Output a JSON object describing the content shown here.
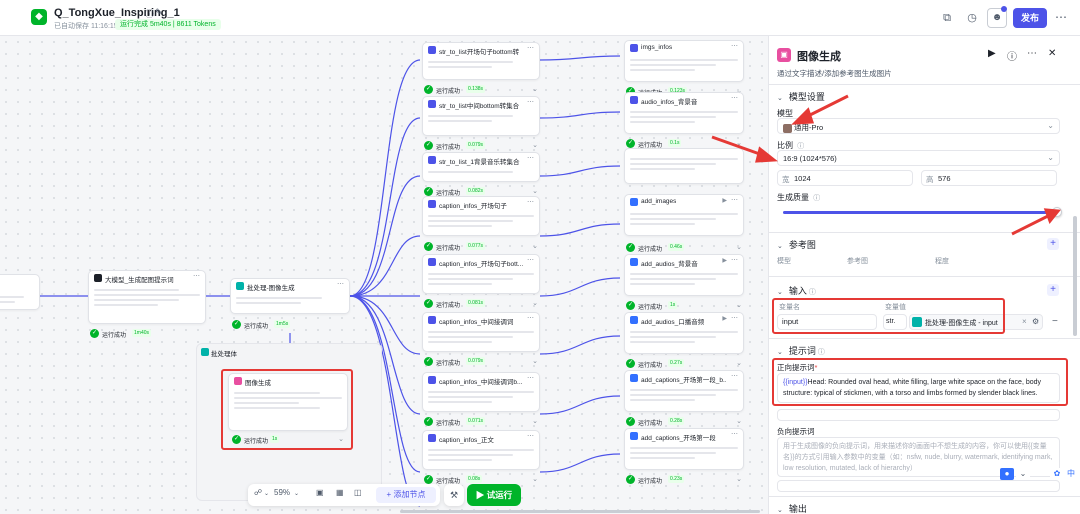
{
  "header": {
    "app_title": "Q_TongXue_Inspiring_1",
    "autosave": "已自动保存 11:16:15",
    "run_status": "运行完成 5m40s | 8611 Tokens",
    "publish_label": "发布"
  },
  "canvas": {
    "nodes": [
      {
        "title": "大模型_生成配图提示词",
        "status": "运行成功",
        "time": "1m40s"
      },
      {
        "title": "批处理-图像生成",
        "status": "运行成功",
        "time": "1m5s"
      },
      {
        "title": "图像生成",
        "status": "运行成功",
        "time": "1s"
      },
      {
        "title": "str_to_list开场句子bottom转",
        "status": "运行成功",
        "time": "0.138s"
      },
      {
        "title": "str_to_list中间bottom转集合",
        "status": "运行成功",
        "time": "0.079s"
      },
      {
        "title": "str_to_list_1背景音乐转集合",
        "status": "运行成功",
        "time": "0.082s"
      },
      {
        "title": "caption_infos_开场句子",
        "status": "运行成功",
        "time": "0.077s"
      },
      {
        "title": "caption_infos_开场句子bott...",
        "status": "运行成功",
        "time": "0.081s"
      },
      {
        "title": "caption_infos_中间接调词",
        "status": "运行成功",
        "time": "0.079s"
      },
      {
        "title": "caption_infos_中间接调词b...",
        "status": "运行成功",
        "time": "0.071s"
      },
      {
        "title": "caption_infos_正文",
        "status": "运行成功",
        "time": "0.08s"
      },
      {
        "title": "imgs_infos",
        "status": "运行成功",
        "time": "0.123s"
      },
      {
        "title": "audio_infos_背景音",
        "status": "运行成功",
        "time": "0.1s"
      },
      {
        "title": "add_images",
        "status": "运行成功",
        "time": "0.46s"
      },
      {
        "title": "add_audios_背景音",
        "status": "运行成功",
        "time": "1s"
      },
      {
        "title": "add_audios_口播音频",
        "status": "运行成功",
        "time": "0.27s"
      },
      {
        "title": "add_captions_开场第一段_b...",
        "status": "运行成功",
        "time": "0.28s"
      },
      {
        "title": "add_captions_开场第一段",
        "status": "运行成功",
        "time": "0.23s"
      }
    ],
    "batch_container_label": "批处理体",
    "zoom": "59%",
    "add_node_label": "添加节点",
    "trial_run_label": "试运行"
  },
  "panel": {
    "title": "图像生成",
    "description": "通过文字描述/添加参考图生成图片",
    "model_settings": {
      "section_label": "模型设置",
      "model_label": "模型",
      "model_value": "通用-Pro",
      "ratio_label": "比例",
      "ratio_value": "16:9 (1024*576)",
      "width_label": "宽",
      "width_value": "1024",
      "height_label": "高",
      "height_value": "576",
      "quality_label": "生成质量",
      "quality_level": 1.0
    },
    "reference": {
      "section_label": "参考图",
      "col_model": "模型",
      "col_ref": "参考图",
      "col_degree": "程度"
    },
    "input": {
      "section_label": "输入",
      "col_var_name": "变量名",
      "col_var_value": "变量值",
      "var_name": "input",
      "var_type": "str.",
      "var_ref": "批处理-图像生成 - input"
    },
    "prompt": {
      "section_label": "提示词",
      "positive_label": "正向提示词",
      "positive_var": "{{input}}",
      "positive_text": "Head: Rounded oval head, white filling, large white space on the face, body structure: typical of stickmen, with a torso and limbs formed by slender black lines.",
      "negative_label": "负向提示词",
      "negative_text": "用于生成图像的负向提示词，用来描述你的画面中不想生成的内容，你可以使用{{变量名}}的方式引用输入参数中的变量（如：nsfw, nude, blurry, watermark, identifying mark, low resolution, mutated, lack of hierarchy）"
    },
    "output_label": "输出"
  },
  "colors": {
    "accent": "#4d53e8",
    "success": "#00b42a",
    "annotation_red": "#e53935"
  }
}
